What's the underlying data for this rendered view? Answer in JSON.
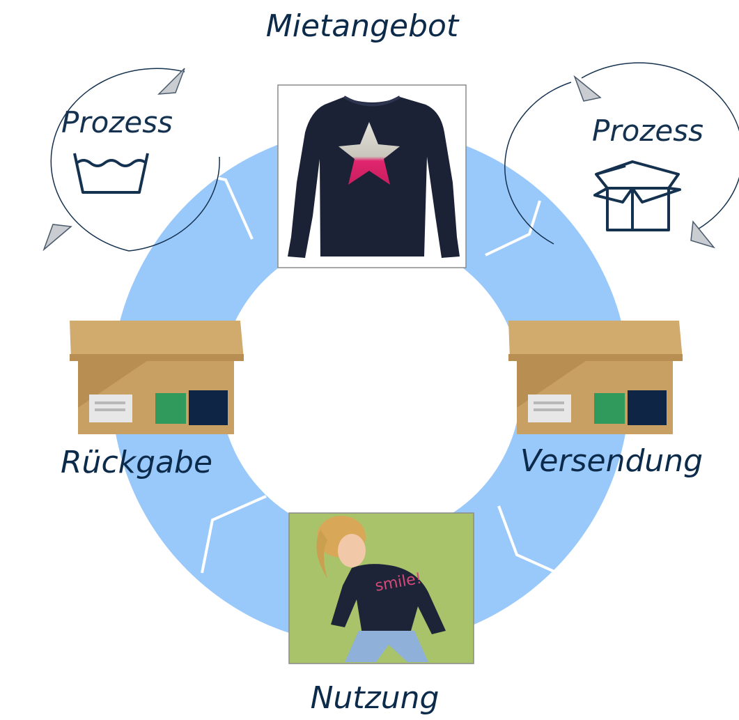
{
  "labels": {
    "top": "Mietangebot",
    "right": "Versendung",
    "bottom": "Nutzung",
    "left": "Rückgabe",
    "process_left": "Prozess",
    "process_right": "Prozess"
  },
  "box_print": {
    "photo_left": "smile!"
  },
  "icons": {
    "process_left": "washing-tub-icon",
    "process_right": "open-box-icon"
  },
  "colors": {
    "ring": "#99c8fb",
    "text": "#0c2a4a",
    "sweater": "#1b2236",
    "star_top": "#d8d8d0",
    "star_bottom": "#e0266e",
    "box": "#c9a064",
    "photo_bg": "#a9c36a"
  }
}
